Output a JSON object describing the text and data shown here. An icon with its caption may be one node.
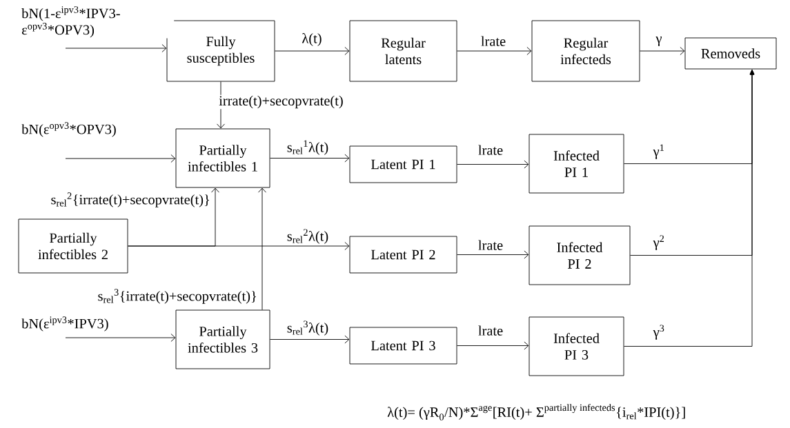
{
  "diagram": {
    "nodes": [
      {
        "text": [
          "Fully susceptibles"
        ]
      },
      {
        "text": [
          "Regular latents"
        ]
      },
      {
        "text": [
          "Regular infecteds"
        ]
      },
      {
        "text": [
          "Removeds"
        ]
      },
      {
        "text": [
          "Partially infectibles 1"
        ]
      },
      {
        "text": [
          "Latent PI 1"
        ]
      },
      {
        "text": [
          "Infected PI 1"
        ]
      },
      {
        "text": [
          "Partially infectibles 2"
        ]
      },
      {
        "text": [
          "Latent PI 2"
        ]
      },
      {
        "text": [
          "Infected PI 2"
        ]
      },
      {
        "text": [
          "Partially infectibles 3"
        ]
      },
      {
        "text": [
          "Latent PI 3"
        ]
      },
      {
        "text": [
          "Infected PI 3"
        ]
      }
    ],
    "edges": [
      {
        "from": null,
        "to": 0,
        "arrow": "to",
        "label": "bN(1-ε$^{ipv3}$*IPV3- ε$^{opv3}$*OPV3)"
      },
      {
        "from": 0,
        "to": 1,
        "arrow": "to",
        "label": "λ(t)"
      },
      {
        "from": 1,
        "to": 2,
        "arrow": "to",
        "label": "lrate"
      },
      {
        "from": 2,
        "to": 3,
        "arrow": "to",
        "label": "γ"
      },
      {
        "from": 0,
        "to": 4,
        "arrow": "to",
        "label": "irrate(t)+secopvrate(t)"
      },
      {
        "from": null,
        "to": 4,
        "arrow": "to",
        "label": "bN(ε$^{opv3}$*OPV3)"
      },
      {
        "from": 4,
        "to": 5,
        "arrow": "to",
        "label": "s$_{rel}$$^{1}$λ(t)"
      },
      {
        "from": 5,
        "to": 6,
        "arrow": "to",
        "label": "lrate"
      },
      {
        "from": 6,
        "to": 3,
        "arrow": "to",
        "label": "γ$^{1}$"
      },
      {
        "from": 7,
        "to": 4,
        "arrow": "to",
        "label": "s$_{rel}$$^{2}${irrate(t)+secopvrate(t)}"
      },
      {
        "from": 7,
        "to": 8,
        "arrow": "to",
        "label": "s$_{rel}$$^{2}$λ(t)"
      },
      {
        "from": 8,
        "to": 9,
        "arrow": "to",
        "label": "lrate"
      },
      {
        "from": 9,
        "to": 3,
        "arrow": "to",
        "label": "γ$^{2}$"
      },
      {
        "from": 10,
        "to": 4,
        "arrow": "to",
        "label": "s$_{rel}$$^{3}${irrate(t)+secopvrate(t)}"
      },
      {
        "from": null,
        "to": 10,
        "arrow": "to",
        "label": "bN(ε$^{ipv3}$*IPV3)"
      },
      {
        "from": 10,
        "to": 11,
        "arrow": "to",
        "label": "s$_{rel}$$^{3}$λ(t)"
      },
      {
        "from": 11,
        "to": 12,
        "arrow": "to",
        "label": "lrate"
      },
      {
        "from": 12,
        "to": 3,
        "arrow": "to",
        "label": "γ$^{3}$"
      }
    ],
    "labels": [
      "\\text{λ(t)= (γR}_{\\text{0}}\\text{/N)*Σ}^{\\text{age}}\\text{[RI(t)+ Σ}^{\\text{partially infecteds}}\\text{\\{i}_{\\text{rel}}\\text{*IPI(t)\\}]}"
    ]
  }
}
